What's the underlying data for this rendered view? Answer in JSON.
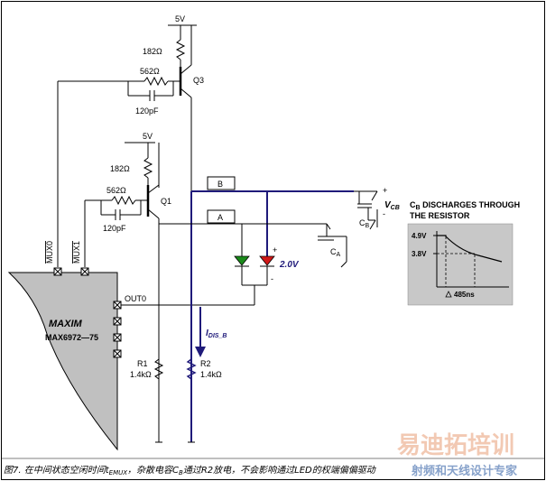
{
  "colors": {
    "wire": "#000000",
    "highlight": "#1f1a7a",
    "ic_fill": "#c0c0c0",
    "panel_fill": "#c8c8c8",
    "led_green": "#1a8a1a",
    "led_red": "#d01818",
    "watermark_text": "#f2c9b3",
    "watermark_blue": "#2456a0"
  },
  "supplies": {
    "top": "5V",
    "mid": "5V"
  },
  "q3": {
    "label": "Q3",
    "r_top": "182Ω",
    "r_series": "562Ω",
    "cap": "120pF"
  },
  "q1": {
    "label": "Q1",
    "r_top": "182Ω",
    "r_series": "562Ω",
    "cap": "120pF"
  },
  "ic": {
    "pin_mux0": "MUX0",
    "pin_mux1": "MUX1",
    "pin_out0": "OUT0",
    "brand": "MAXIM",
    "part": "MAX6972—75"
  },
  "bus": {
    "b_label": "B",
    "a_label": "A",
    "plus": "+",
    "minus": "-"
  },
  "vcb": {
    "v": "V",
    "sub": "CB",
    "plus": "+",
    "minus": "-"
  },
  "caps": {
    "cb": "C",
    "cb_sub": "B",
    "ca": "C",
    "ca_sub": "A"
  },
  "led": {
    "plus": "+",
    "minus": "-",
    "voltage": "2.0V"
  },
  "current": {
    "i": "I",
    "sub": "DIS_B"
  },
  "resistors": {
    "r1_name": "R1",
    "r1_value": "1.4kΩ",
    "r2_name": "R2",
    "r2_value": "1.4kΩ"
  },
  "inset": {
    "title_c": "C",
    "title_sub": "B",
    "title_rest": " DISCHARGES THROUGH",
    "title_line2": "THE RESISTOR",
    "y_high": "4.9V",
    "y_low": "3.8V",
    "delta": "485ns"
  },
  "caption": {
    "part1": "图7. 在中间状态空闲时间t",
    "sub1": "EMUX",
    "part2": "，杂散电容C",
    "sub2": "B",
    "part3": "通过R2放电，不会影响通过LED的权端偏偏驱动"
  },
  "watermark": {
    "big": "易迪拓培训",
    "small": "射频和天线设计专家"
  }
}
